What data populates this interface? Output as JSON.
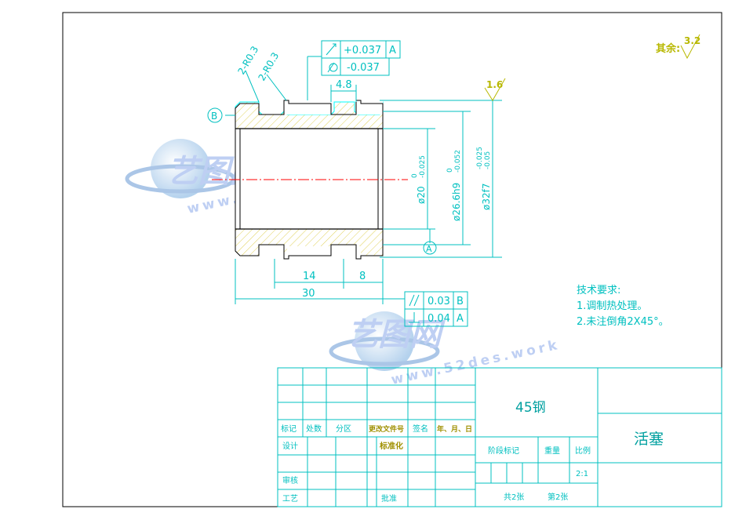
{
  "surface_finish": {
    "rest_label": "其余:",
    "rest_value": "3.2",
    "bore_value": "1.6"
  },
  "chamfer_notes": [
    "2-R0.3",
    "2-R0.3"
  ],
  "datum_labels": {
    "b": "B",
    "a": "A"
  },
  "tolerance_frames": {
    "runout": {
      "value": "+0.037",
      "datum": "A"
    },
    "cylindricity": {
      "value": "-0.037"
    },
    "parallel": {
      "value": "0.03",
      "datum": "B"
    },
    "perpendicular": {
      "value": "0.04",
      "datum": "A"
    }
  },
  "dimensions": {
    "groove_width": "4.8",
    "d14": "14",
    "d8": "8",
    "d30": "30",
    "dia_20": "ø20",
    "dia_20_upper": "0",
    "dia_20_lower": "-0.025",
    "dia_26": "ø26.6h9",
    "dia_26_upper": "0",
    "dia_26_lower": "-0.052",
    "dia_32": "ø32f7",
    "dia_32_upper": "-0.025",
    "dia_32_lower": "-0.05"
  },
  "tech_requirements": {
    "title": "技术要求:",
    "items": [
      "1.调制热处理。",
      "2.未注倒角2X45°。"
    ]
  },
  "watermark": {
    "brand": "艺图网",
    "url": "www.52des.work"
  },
  "title_block": {
    "material": "45钢",
    "part_name": "活塞",
    "row_labels": [
      "标记",
      "处数",
      "分区",
      "更改文件号",
      "签名",
      "年、月、日"
    ],
    "design": "设计",
    "standardize": "标准化",
    "review": "审核",
    "process": "工艺",
    "approve": "批准",
    "stage_mark": "阶段标记",
    "weight": "重量",
    "scale": "比例",
    "scale_value": "2:1",
    "sheets_total": "共2张",
    "sheet_no": "第2张"
  }
}
